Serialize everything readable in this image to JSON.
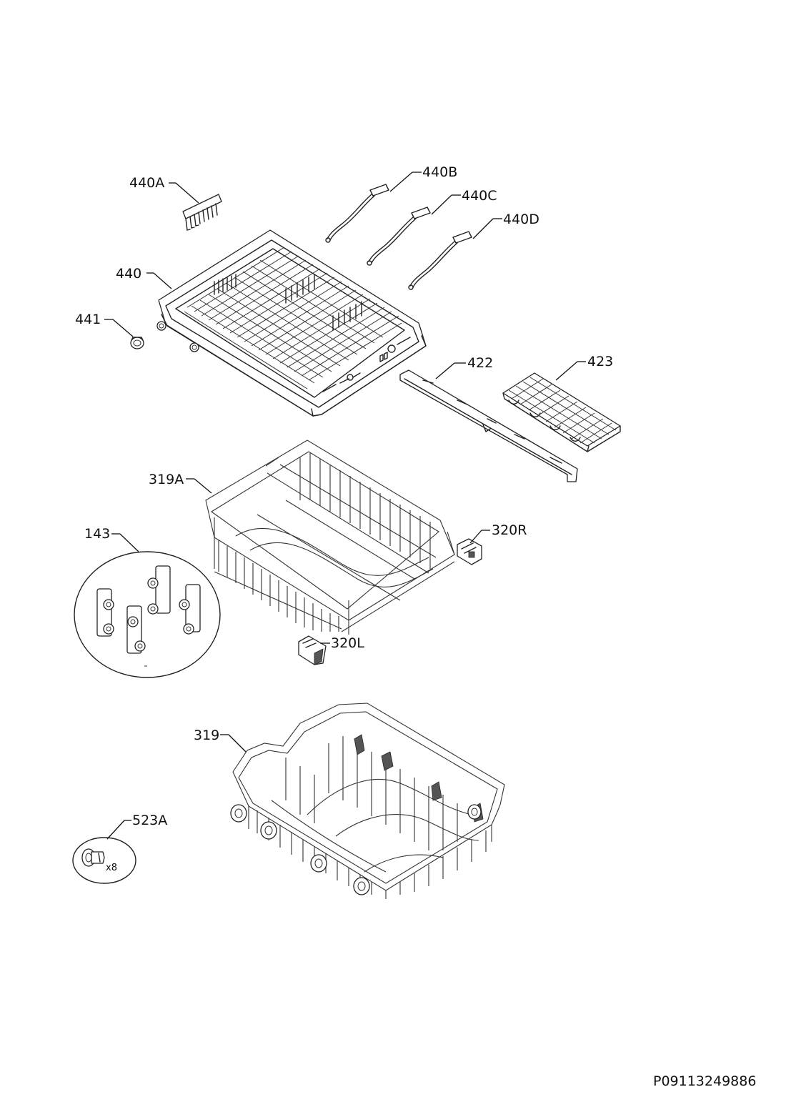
{
  "labels": {
    "p440A": "440A",
    "p440B": "440B",
    "p440C": "440C",
    "p440D": "440D",
    "p440": "440",
    "p441": "441",
    "p422": "422",
    "p423": "423",
    "p319A": "319A",
    "p320R": "320R",
    "p143": "143",
    "p320L": "320L",
    "p319": "319",
    "p523A": "523A"
  },
  "quantity_523A": "x8",
  "reference_code": "P09113249886"
}
